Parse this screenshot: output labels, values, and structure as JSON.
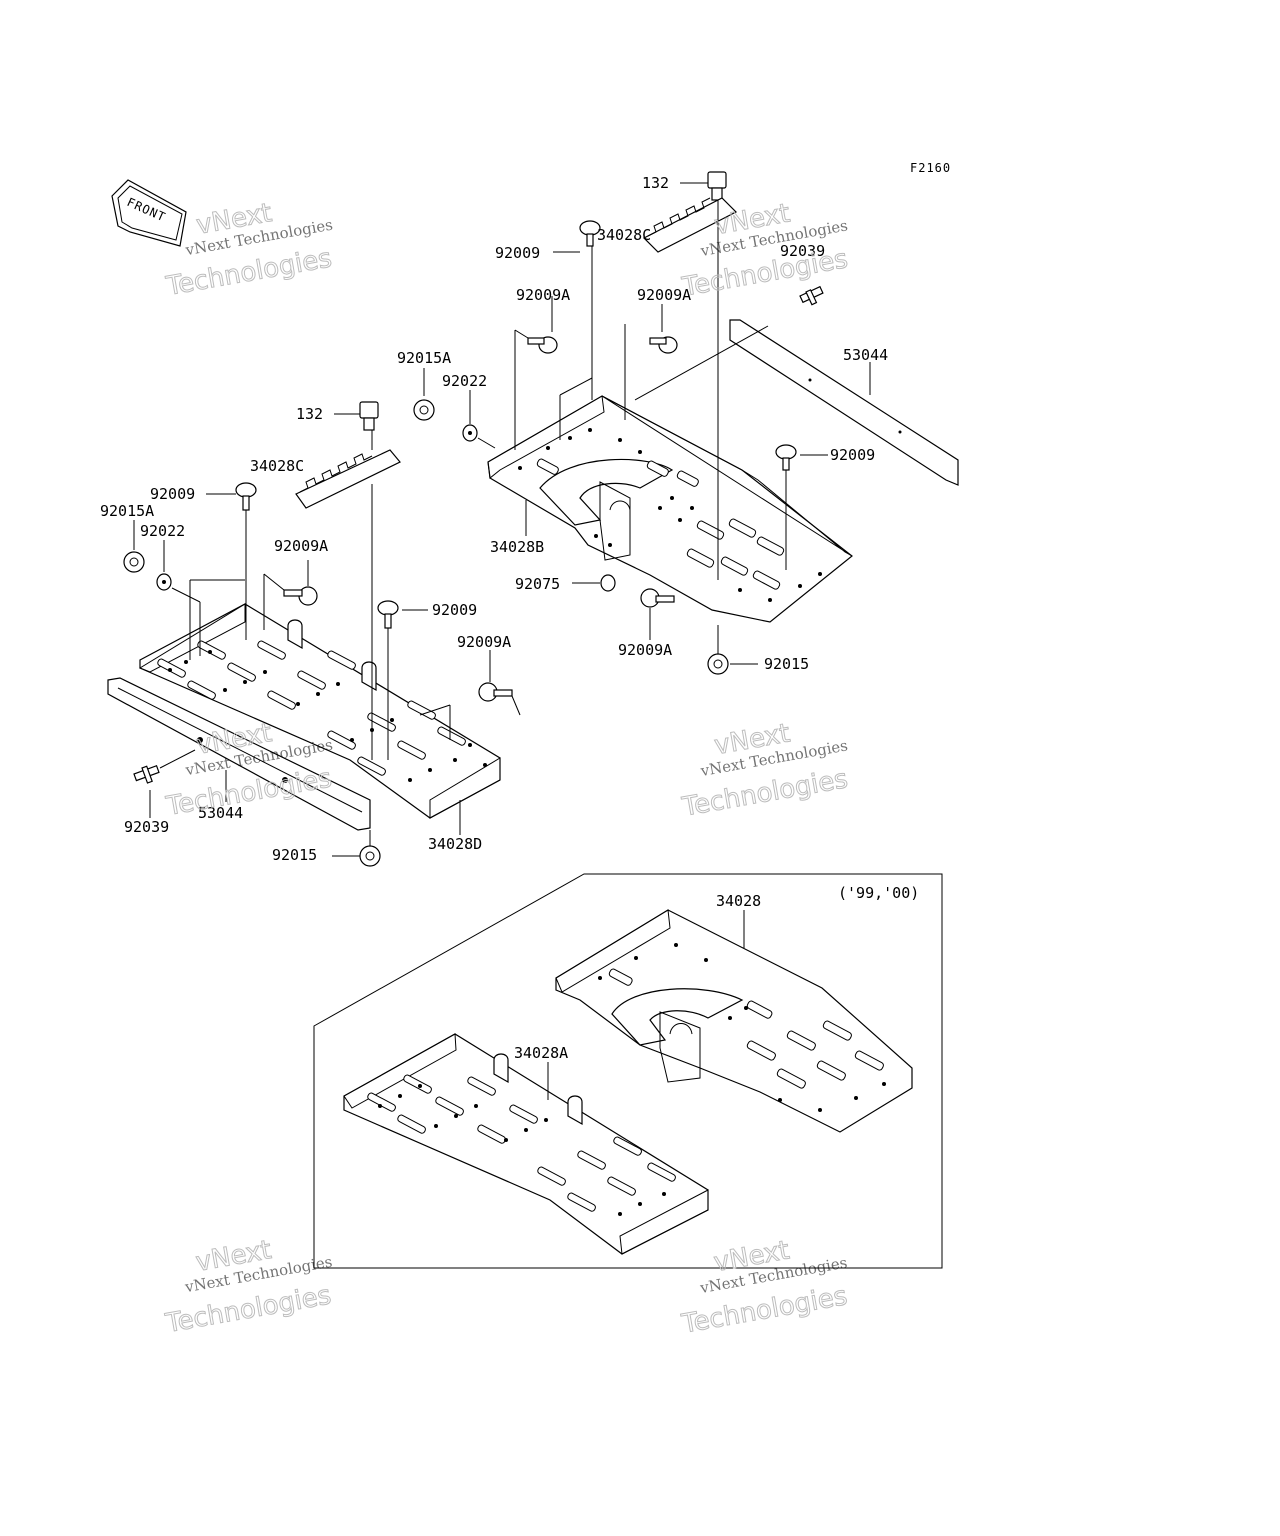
{
  "figure_code": "F2160",
  "front_arrow_text": "FRONT",
  "variant_note": "('99,'00)",
  "watermark": {
    "line1": "vNext Technologies",
    "line2": "vNext",
    "line3": "Technologies"
  },
  "labels": {
    "l132_top": "132",
    "l34028C_top": "34028C",
    "l92009_top": "92009",
    "l92039_top": "92039",
    "l92009A_top_left": "92009A",
    "l92009A_top_right": "92009A",
    "l53044_top": "53044",
    "l92015A_mid": "92015A",
    "l92022_mid": "92022",
    "l132_mid": "132",
    "l92009_right": "92009",
    "l34028C_mid": "34028C",
    "l92009_left": "92009",
    "l92015A_left": "92015A",
    "l92022_left": "92022",
    "l34028B": "34028B",
    "l92009A_left": "92009A",
    "l92075": "92075",
    "l92009_center": "92009",
    "l92009A_bottom_right": "92009A",
    "l92015_right": "92015",
    "l92009A_center": "92009A",
    "l92039_bottom": "92039",
    "l53044_bottom": "53044",
    "l34028D": "34028D",
    "l92015_bottom": "92015",
    "l34028": "34028",
    "l34028A": "34028A"
  }
}
